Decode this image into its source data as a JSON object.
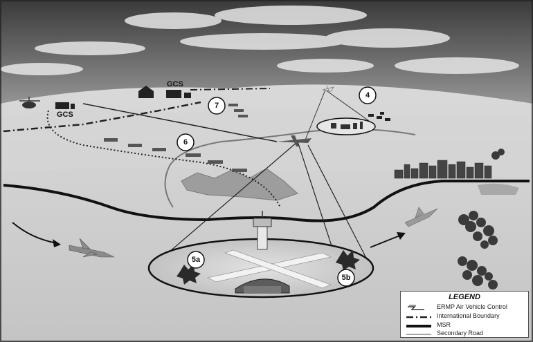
{
  "scene": {
    "gcs_labels": [
      "GCS",
      "GCS"
    ],
    "callouts": [
      "4",
      "7",
      "6",
      "5a",
      "5b"
    ]
  },
  "legend": {
    "title": "LEGEND",
    "items": [
      {
        "label": "ERMP Air Vehicle Control",
        "symbol": "control-link-icon"
      },
      {
        "label": "International Boundary",
        "symbol": "dash-dot-line-icon"
      },
      {
        "label": "MSR",
        "symbol": "thick-line-icon"
      },
      {
        "label": "Secondary Road",
        "symbol": "thin-line-icon"
      }
    ]
  }
}
